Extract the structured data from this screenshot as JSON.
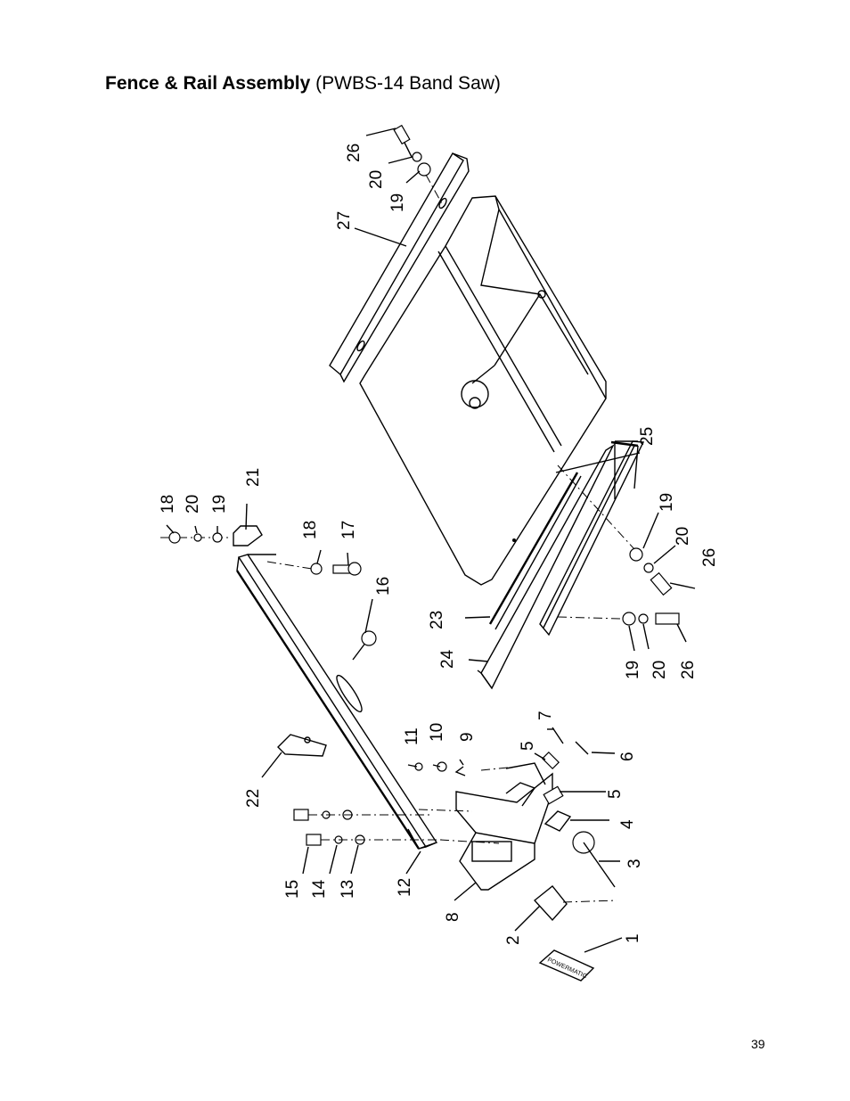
{
  "header": {
    "title_bold": "Fence & Rail Assembly",
    "title_rest": " (PWBS-14 Band Saw)"
  },
  "footer": {
    "page_number": "39"
  },
  "diagram": {
    "part_labels": [
      "1",
      "2",
      "3",
      "4",
      "5",
      "5",
      "6",
      "7",
      "8",
      "9",
      "10",
      "11",
      "12",
      "13",
      "14",
      "15",
      "16",
      "17",
      "18",
      "18",
      "19",
      "19",
      "19",
      "20",
      "20",
      "20",
      "21",
      "22",
      "23",
      "24",
      "25",
      "26",
      "26",
      "26",
      "27"
    ],
    "nameplate_text": "POWERMATIC"
  }
}
